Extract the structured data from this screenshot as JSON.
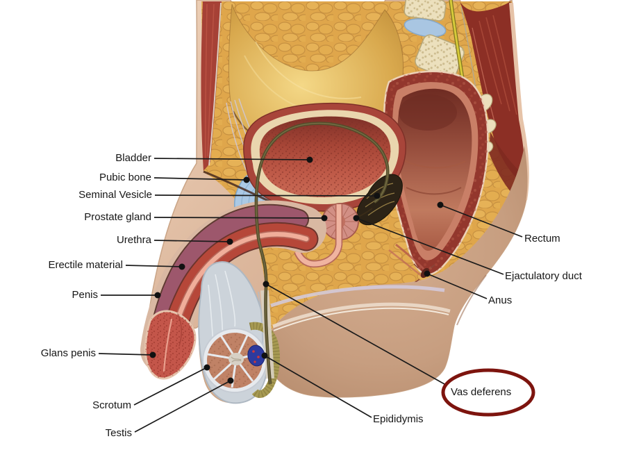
{
  "figure": {
    "kind": "anatomical diagram",
    "subject": "Male reproductive system, sagittal cross-section of the pelvis",
    "background_color": "#ffffff"
  },
  "labels": [
    {
      "id": "bladder",
      "text": "Bladder",
      "side": "left"
    },
    {
      "id": "pubic-bone",
      "text": "Pubic bone",
      "side": "left"
    },
    {
      "id": "seminal-vesicle",
      "text": "Seminal Vesicle",
      "side": "left"
    },
    {
      "id": "prostate-gland",
      "text": "Prostate gland",
      "side": "left"
    },
    {
      "id": "urethra",
      "text": "Urethra",
      "side": "left"
    },
    {
      "id": "erectile-material",
      "text": "Erectile material",
      "side": "left"
    },
    {
      "id": "penis",
      "text": "Penis",
      "side": "left"
    },
    {
      "id": "glans-penis",
      "text": "Glans penis",
      "side": "left"
    },
    {
      "id": "scrotum",
      "text": "Scrotum",
      "side": "left"
    },
    {
      "id": "testis",
      "text": "Testis",
      "side": "left"
    },
    {
      "id": "rectum",
      "text": "Rectum",
      "side": "right"
    },
    {
      "id": "ejaculatory-duct",
      "text": "Ejactulatory duct",
      "side": "right"
    },
    {
      "id": "anus",
      "text": "Anus",
      "side": "right"
    },
    {
      "id": "vas-deferens",
      "text": "Vas deferens",
      "side": "right",
      "circled": true
    },
    {
      "id": "epididymis",
      "text": "Epididymis",
      "side": "right"
    }
  ],
  "annotation": {
    "shape": "ellipse",
    "around_label": "Vas deferens",
    "stroke_color": "#7d140e"
  },
  "palette": {
    "label_text": "#161616",
    "leader_line": "#1a1a1a",
    "skin": "#dcb79c",
    "thigh": "#c79e80",
    "fat": "#dfa64b",
    "cavity": "#e9c172",
    "muscle_red": "#a64136",
    "back_muscle": "#8c2f25",
    "bladder_wall": "#a8453a",
    "bladder_interior": "#a64536",
    "pubic_bone_blue": "#abc9e5",
    "prostate_pink": "#d28f85",
    "rectum_wall": "#93372d",
    "bone_cream": "#ece0bd",
    "disc_blue": "#a9c6e2",
    "nerve_yellow": "#d6ca3a",
    "vas_deferens_olive": "#544d2b",
    "scrotum_gray": "#ccd3da",
    "testis_salmon": "#c08266",
    "epididymis_khaki": "#a79a52",
    "glans_red": "#c4564a"
  }
}
